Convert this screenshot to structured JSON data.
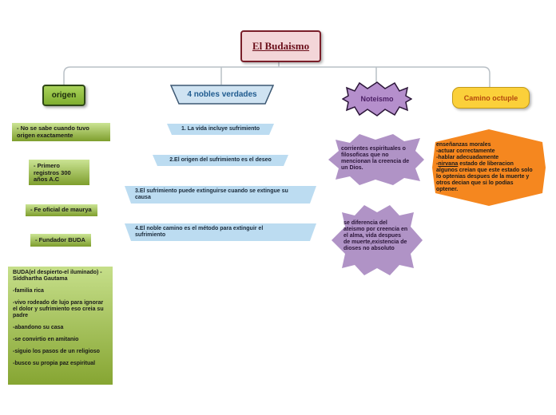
{
  "title": "El Budaismo",
  "branches": {
    "origen": {
      "label": "origen",
      "items": [
        "- No se sabe cuando tuvo origen exactamente",
        "- Primero registros  300 años A.C",
        "- Fe oficial de maurya",
        "- Fundador BUDA"
      ],
      "details": [
        "BUDA(el despierto-el iluminado) -Siddhartha Gautama",
        "-familia rica",
        "-vivo rodeado de lujo para ignorar el dolor y sufrimiento eso creia su padre",
        "-abandono su casa",
        "-se convirtio en amitanio",
        "-siguio los pasos de un religioso",
        "-busco su propia paz espiritual"
      ]
    },
    "nobles": {
      "label": "4 nobles verdades",
      "items": [
        "1. La vida incluye sufrimiento",
        "2.El origen del sufrimiento es el deseo",
        "3.El sufrimiento puede extinguirse cuando se extingue su causa",
        "4.El noble camino es el método para extinguir el sufrimiento"
      ]
    },
    "noteismo": {
      "label": "Noteismo",
      "items": [
        "corrientes espirituales o filosoficas que no mencionan la creencia de un Dios.",
        "se diferencia del ateismo por creencia en el alma, vida despues de muerte,existencia de dioses no absoluto"
      ]
    },
    "camino": {
      "label": "Camino octuple",
      "intro": "enseñanzas morales",
      "line1": "-actuar correctamente",
      "line2": "-hablar adecuadamente",
      "line3_prefix": "-",
      "line3_link": "nirvana",
      "line3_rest": " estado de liberacion algunos creian que este estado solo lo optenias despues de la muerte y otros decian que si lo podias optener."
    }
  },
  "colors": {
    "root_fill": "#f3d6d8",
    "root_border": "#7a1f2a",
    "green": "#8db43a",
    "blue": "#b8d8ee",
    "purple": "#b08fc7",
    "orange": "#f5871f",
    "yellow": "#fbd03a"
  }
}
